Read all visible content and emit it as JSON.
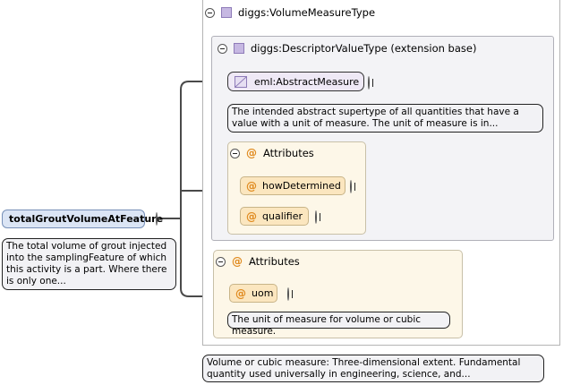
{
  "type": {
    "name": "diggs:VolumeMeasureType",
    "documentation": "Volume or cubic measure: Three-dimensional extent. Fundamental quantity used universally in engineering, science, and..."
  },
  "extension": {
    "name": "diggs:DescriptorValueType (extension base)",
    "element": {
      "name": "eml:AbstractMeasure",
      "documentation": "The intended abstract supertype of all quantities that have a value with a unit of measure. The unit of measure is in..."
    },
    "attributes": {
      "label": "Attributes",
      "items": [
        {
          "name": "howDetermined"
        },
        {
          "name": "qualifier"
        }
      ]
    }
  },
  "attributes": {
    "label": "Attributes",
    "items": [
      {
        "name": "uom",
        "documentation": "The unit of measure for volume or cubic measure."
      }
    ]
  },
  "root": {
    "name": "totalGroutVolumeAtFeature",
    "documentation": "The total volume of grout injected into the samplingFeature of which this activity is a part. Where there is only one..."
  },
  "colors": {
    "element_fill": "#dbe5f5",
    "abstract_fill": "#efe9f6",
    "attribute_fill": "#fbe6bf",
    "attribute_group_fill": "#fdf7e8",
    "type_icon": "#c6b8e2",
    "at_symbol": "#e08a1e",
    "doc_fill": "#f2f2f5"
  },
  "icons": {
    "collapse": "minus-circle-icon",
    "expand": "plus-circle-icon",
    "type": "complex-type-icon",
    "abstract": "abstract-element-icon",
    "attribute": "at-sign-icon"
  }
}
